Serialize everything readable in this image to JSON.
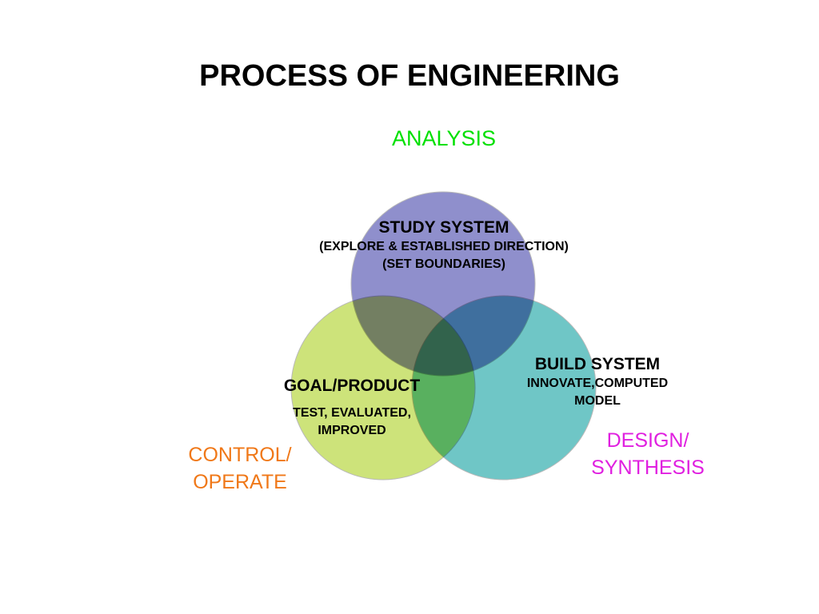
{
  "title": "PROCESS OF ENGINEERING",
  "corner_labels": {
    "analysis": "ANALYSIS",
    "control": [
      "CONTROL/",
      "OPERATE"
    ],
    "design": [
      "DESIGN/",
      "SYNTHESIS"
    ]
  },
  "study_system": {
    "heading": "STUDY SYSTEM",
    "lines": [
      "(EXPLORE & ESTABLISHED DIRECTION)",
      "(SET BOUNDARIES)"
    ]
  },
  "build_system": {
    "heading": "BUILD SYSTEM",
    "lines": [
      "INNOVATE,COMPUTED",
      "MODEL"
    ]
  },
  "goal_product": {
    "heading": "GOAL/PRODUCT",
    "lines": [
      "TEST, EVALUATED,",
      "IMPROVED"
    ]
  },
  "colors": {
    "analysis_label": "#00e000",
    "control_label": "#f07818",
    "design_label": "#e020e0",
    "study_circle": "#8f8fcc",
    "build_circle": "#6fc6c6",
    "goal_circle": "#cde37a",
    "circle_outline": "#b8b8b8"
  }
}
